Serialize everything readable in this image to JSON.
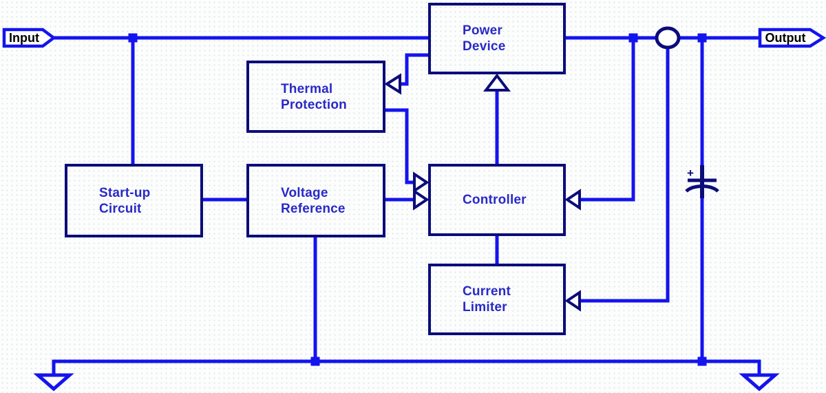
{
  "diagram": {
    "terminals": {
      "input": "Input",
      "output": "Output"
    },
    "blocks": {
      "power_device": {
        "label": "Power\nDevice"
      },
      "thermal_protection": {
        "label": "Thermal\nProtection"
      },
      "startup_circuit": {
        "label": "Start-up\nCircuit"
      },
      "voltage_reference": {
        "label": "Voltage\nReference"
      },
      "controller": {
        "label": "Controller"
      },
      "current_limiter": {
        "label": "Current\nLimiter"
      }
    },
    "symbols": {
      "current_sense": "current-sense-circle",
      "output_capacitor": "polarized-capacitor",
      "capacitor_polarity": "+",
      "ground_left": "ground-symbol",
      "ground_right": "ground-symbol"
    },
    "colors": {
      "wire": "#1414ee",
      "outline": "#0c0c7a",
      "block_label": "#2929c8",
      "terminal_text": "#000000",
      "background": "#fdfdfd"
    }
  }
}
